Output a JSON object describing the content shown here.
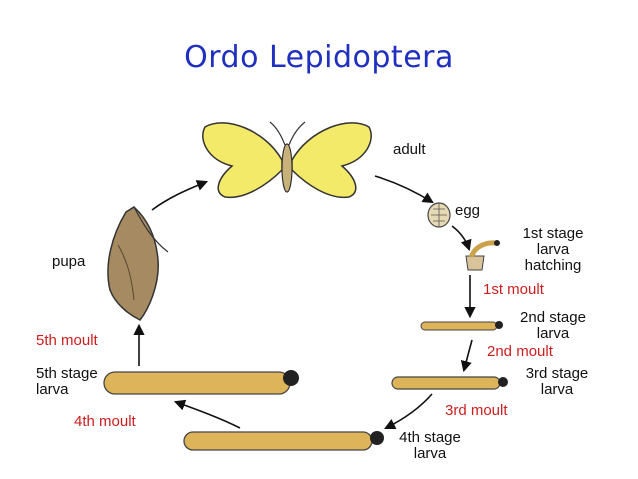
{
  "title": "Ordo Lepidoptera",
  "colors": {
    "title": "#1f2fbf",
    "moult_label": "#cc1e1e",
    "wing": "#f3ea6a",
    "larva": "#ddb45a",
    "pupa": "#a58a62",
    "arrow": "#111111"
  },
  "stages": {
    "adult": "adult",
    "egg": "egg",
    "larva1": [
      "1st stage",
      "larva",
      "hatching"
    ],
    "larva2": [
      "2nd stage",
      "larva"
    ],
    "larva3": [
      "3rd stage",
      "larva"
    ],
    "larva4": [
      "4th stage",
      "larva"
    ],
    "larva5": [
      "5th stage",
      "larva"
    ],
    "pupa": "pupa"
  },
  "moults": {
    "m1": "1st moult",
    "m2": "2nd moult",
    "m3": "3rd moult",
    "m4": "4th moult",
    "m5": "5th moult"
  }
}
